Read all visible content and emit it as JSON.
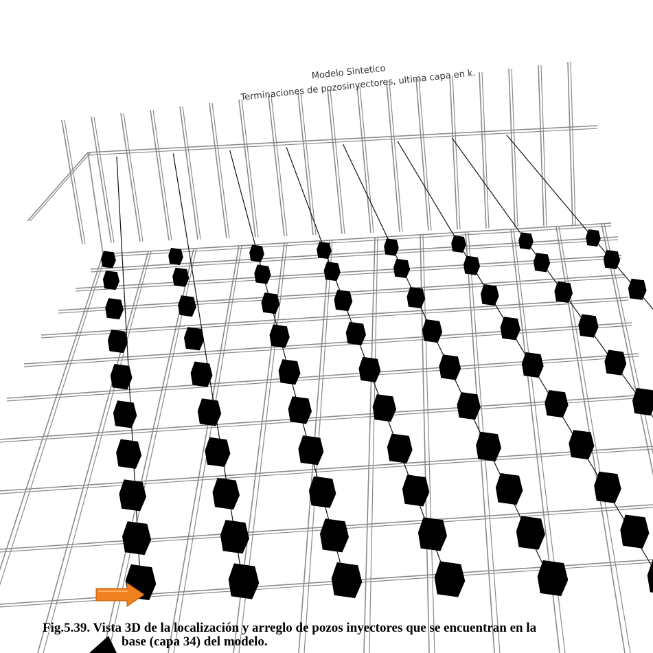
{
  "scene": {
    "title_line1": "Modelo Sintetico",
    "title_line2": "Terminaciones de pozosinyectores, ultima capa en k.",
    "well_color": "#000000",
    "grid_color": "#8a8a8a",
    "well_line_color": "#111111",
    "arrow_color": "#f08020",
    "marker_icon": "orange-arrow-icon"
  },
  "caption": {
    "line1": "Fig.5.39. Vista 3D de la localización y arreglo de pozos inyectores que se encuentran en la",
    "line2": "base (capa 34) del modelo."
  },
  "wells": {
    "rows": 10,
    "columns": 8,
    "count": 80
  }
}
